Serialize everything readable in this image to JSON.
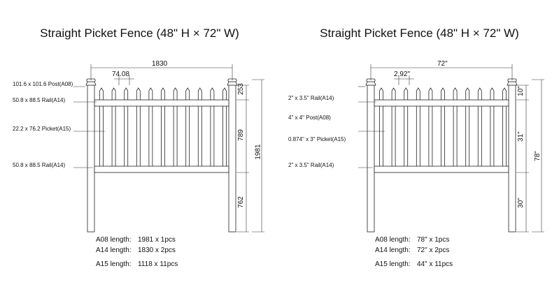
{
  "diagrams": [
    {
      "title": "Straight Picket Fence (48\" H × 72\" W)",
      "callouts": {
        "post": "101.6 x 101.6 Post(A08)",
        "top_rail": "50.8 x 88.5 Rail(A14)",
        "picket": "22.2 x 76.2 Picket(A15)",
        "bottom_rail": "50.8 x 88.5 Rail(A14)"
      },
      "dims": {
        "width": "1830",
        "picket_gap": "74.08",
        "top": "253",
        "middle": "789",
        "bottom": "762",
        "total": "1981"
      },
      "specs": [
        {
          "label": "A08 length:",
          "value": "1981 x 1pcs"
        },
        {
          "label": "A14 length:",
          "value": "1830 x 2pcs"
        },
        {
          "label": "A15 length:",
          "value": "1118 x 11pcs"
        }
      ]
    },
    {
      "title": "Straight Picket Fence (48\" H × 72\" W)",
      "callouts": {
        "top_rail": "2\" x 3.5\" Rail(A14)",
        "post": "4\" x 4\" Post(A08)",
        "picket": "0.874\" x 3\" Picket(A15)",
        "bottom_rail": "2\" x 3.5\" Rail(A14)"
      },
      "dims": {
        "width": "72\"",
        "picket_gap": "2.92\"",
        "top": "10\"",
        "middle": "31\"",
        "bottom": "30\"",
        "total": "78\""
      },
      "specs": [
        {
          "label": "A08 length:",
          "value": "78\" x 1pcs"
        },
        {
          "label": "A14 length:",
          "value": "72\" x 2pcs"
        },
        {
          "label": "A15 length:",
          "value": "44\" x 11pcs"
        }
      ]
    }
  ]
}
